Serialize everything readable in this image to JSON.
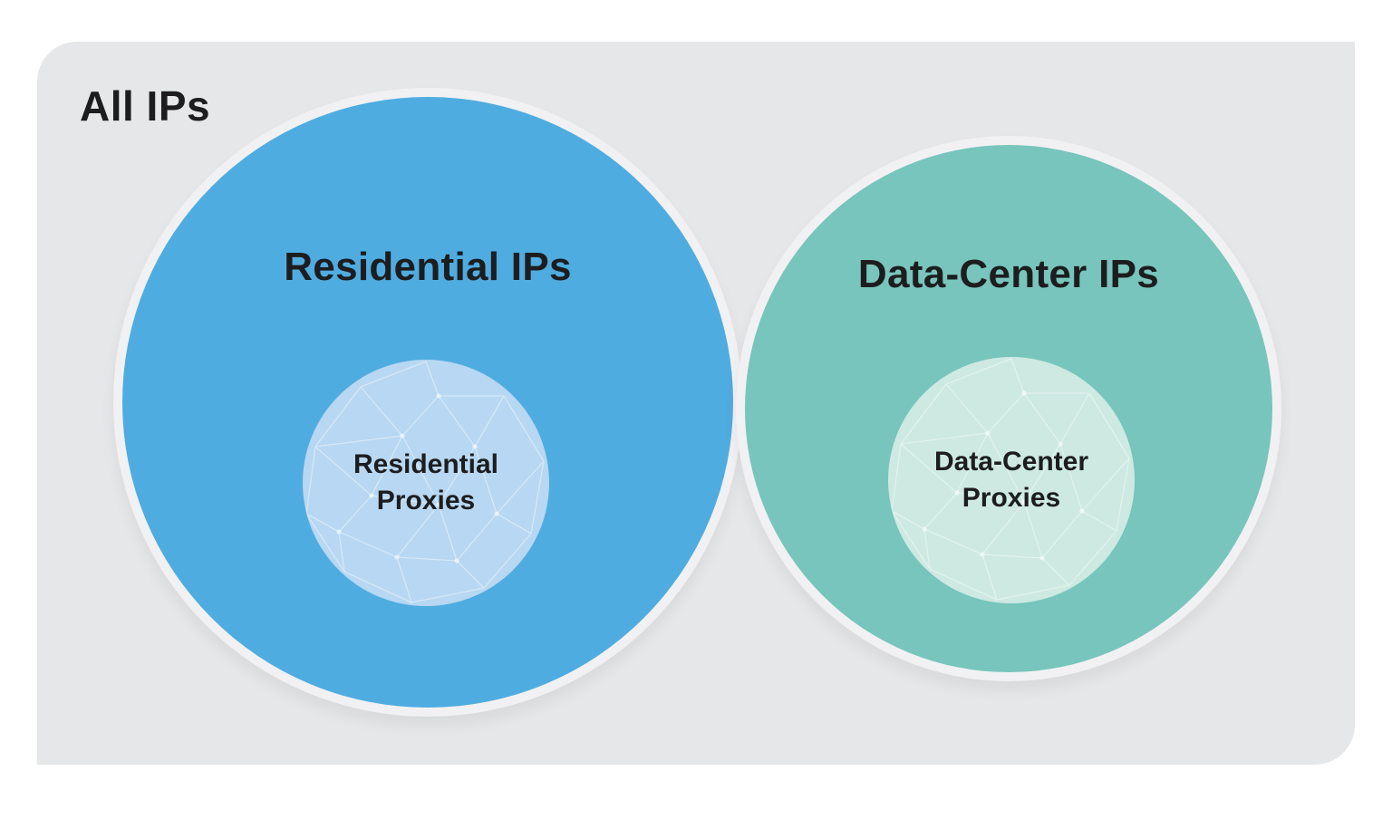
{
  "container": {
    "label": "All IPs"
  },
  "sets": [
    {
      "id": "residential-ips",
      "label": "Residential IPs",
      "subset_label": "Residential Proxies"
    },
    {
      "id": "data-center-ips",
      "label": "Data-Center IPs",
      "subset_label": "Data-Center Proxies"
    }
  ],
  "colors": {
    "page_bg": "#ffffff",
    "container_fill": "#e6e7e8",
    "ring": "#f1f1f3",
    "text": "#1d1d1f",
    "residential_fill": "#4face0",
    "residential_proxies_fill": "#b7d7f2",
    "datacenter_fill": "#77c5bc",
    "datacenter_proxies_fill": "#cde9e2"
  }
}
